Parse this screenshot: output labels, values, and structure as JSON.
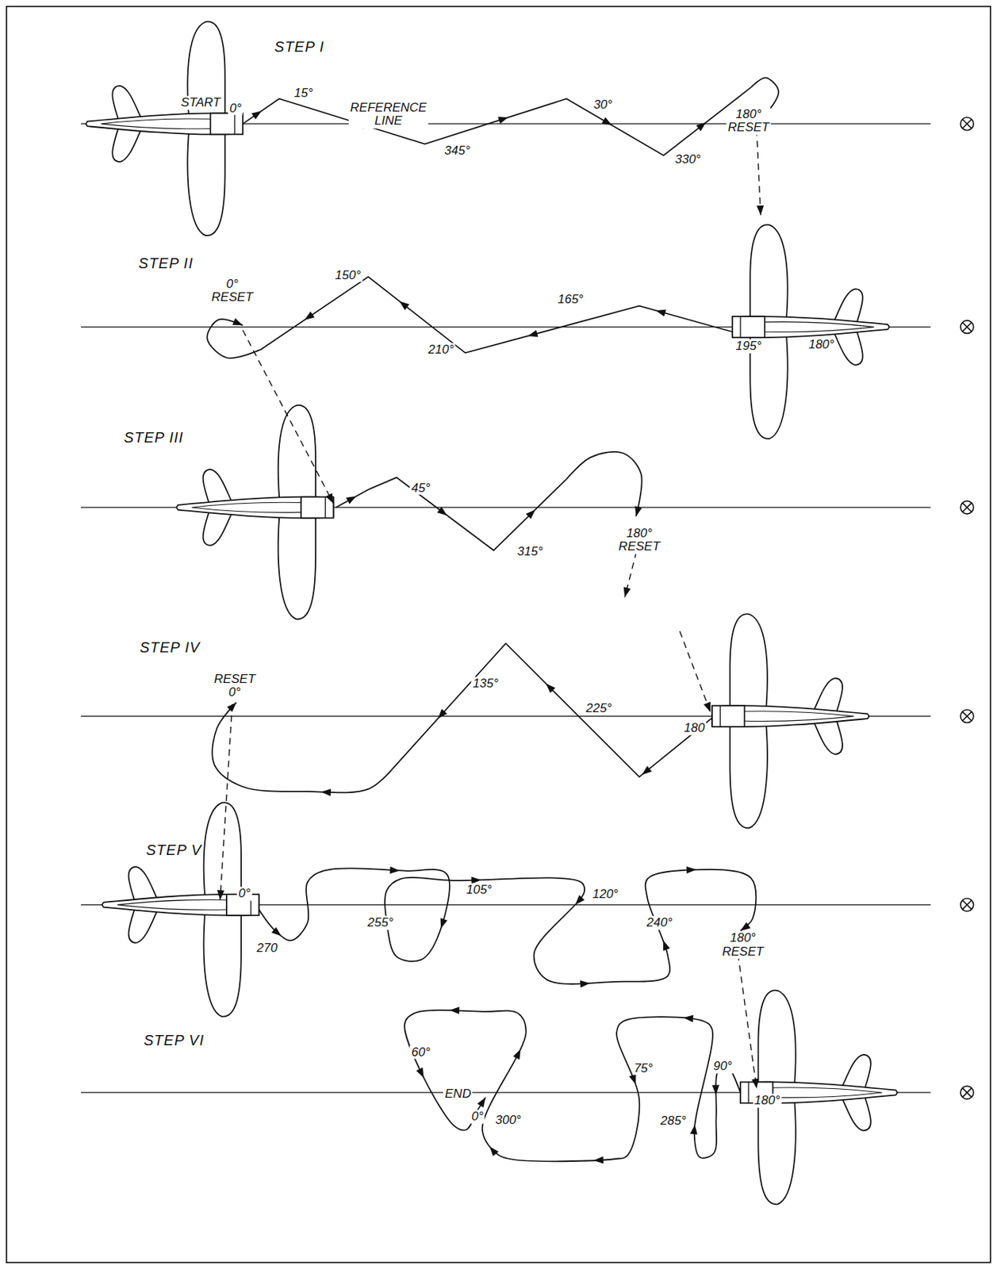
{
  "diagram": {
    "labels": [
      "STEP I",
      "START",
      "0°",
      "15°",
      "REFERENCE LINE",
      "345°",
      "30°",
      "330°",
      "180° RESET",
      "STEP II",
      "0° RESET",
      "150°",
      "210°",
      "165°",
      "195°",
      "180°",
      "STEP III",
      "45°",
      "315°",
      "180° RESET",
      "STEP IV",
      "135°",
      "225°",
      "RESET 0°",
      "180",
      "STEP V",
      "0°",
      "270",
      "255°",
      "105°",
      "120°",
      "240°",
      "180° RESET",
      "STEP VI",
      "60°",
      "END",
      "0°",
      "300°",
      "75°",
      "285°",
      "90°",
      "180°"
    ]
  }
}
